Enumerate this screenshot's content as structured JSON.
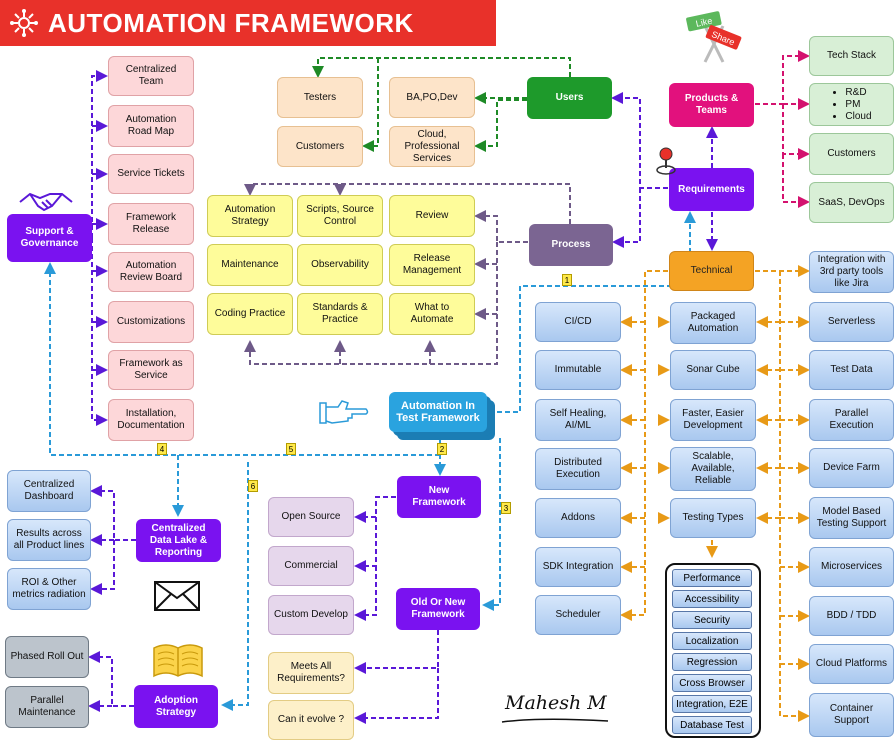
{
  "header": {
    "title": "AUTOMATION FRAMEWORK"
  },
  "like_share": {
    "like": "Like",
    "share": "Share"
  },
  "signature": "Mahesh M",
  "support": {
    "hub": "Support & Governance",
    "items": [
      "Centralized Team",
      "Automation Road Map",
      "Service Tickets",
      "Framework Release",
      "Automation Review Board",
      "Customizations",
      "Framework as Service",
      "Installation, Documentation"
    ]
  },
  "users": {
    "hub": "Users",
    "items": [
      "Testers",
      "BA,PO,Dev",
      "Customers",
      "Cloud, Professional Services"
    ]
  },
  "process": {
    "hub": "Process",
    "items": [
      "Automation Strategy",
      "Scripts, Source Control",
      "Review",
      "Maintenance",
      "Observability",
      "Release Management",
      "Coding Practice",
      "Standards & Practice",
      "What to Automate"
    ]
  },
  "products": {
    "hub": "Products & Teams",
    "items": [
      "Tech Stack",
      "Customers",
      "SaaS, DevOps"
    ],
    "bullets": [
      "R&D",
      "PM",
      "Cloud"
    ]
  },
  "requirements": {
    "hub": "Requirements"
  },
  "technical": {
    "hub": "Technical",
    "left": [
      "CI/CD",
      "Immutable",
      "Self Healing, AI/ML",
      "Distributed Execution",
      "Addons",
      "SDK Integration",
      "Scheduler"
    ],
    "center": [
      "Packaged Automation",
      "Sonar Cube",
      "Faster, Easier Development",
      "Scalable, Available, Reliable",
      "Testing Types"
    ],
    "right": [
      "Integration with 3rd party tools like Jira",
      "Serverless",
      "Test Data",
      "Parallel Execution",
      "Device Farm",
      "Model Based Testing Support",
      "Microservices",
      "BDD / TDD",
      "Cloud Platforms",
      "Container Support"
    ],
    "testing_types": [
      "Performance",
      "Accessibility",
      "Security",
      "Localization",
      "Regression",
      "Cross Browser",
      "Integration, E2E",
      "Database Test"
    ]
  },
  "core": {
    "label": "Automation In Test Framework"
  },
  "new_framework": {
    "hub": "New Framework",
    "items": [
      "Open Source",
      "Commercial",
      "Custom Develop"
    ]
  },
  "old_or_new": {
    "hub": "Old Or New Framework",
    "items": [
      "Meets All Requirements?",
      "Can it evolve ?"
    ]
  },
  "data_lake": {
    "hub": "Centralized Data Lake & Reporting",
    "items": [
      "Centralized Dashboard",
      "Results across all Product lines",
      "ROI & Other metrics radiation"
    ]
  },
  "adoption": {
    "hub": "Adoption Strategy",
    "items": [
      "Phased Roll Out",
      "Parallel Maintenance"
    ]
  },
  "badges": [
    "1",
    "2",
    "3",
    "4",
    "5",
    "6"
  ],
  "colors": {
    "banner": "#e8312a",
    "hub_purple": "#7a12f0",
    "process_gray": "#7b6592",
    "users_green": "#1e9a2b",
    "products_magenta": "#e2117d",
    "technical_orange": "#f4a324",
    "core_blue": "#2aa3df"
  }
}
